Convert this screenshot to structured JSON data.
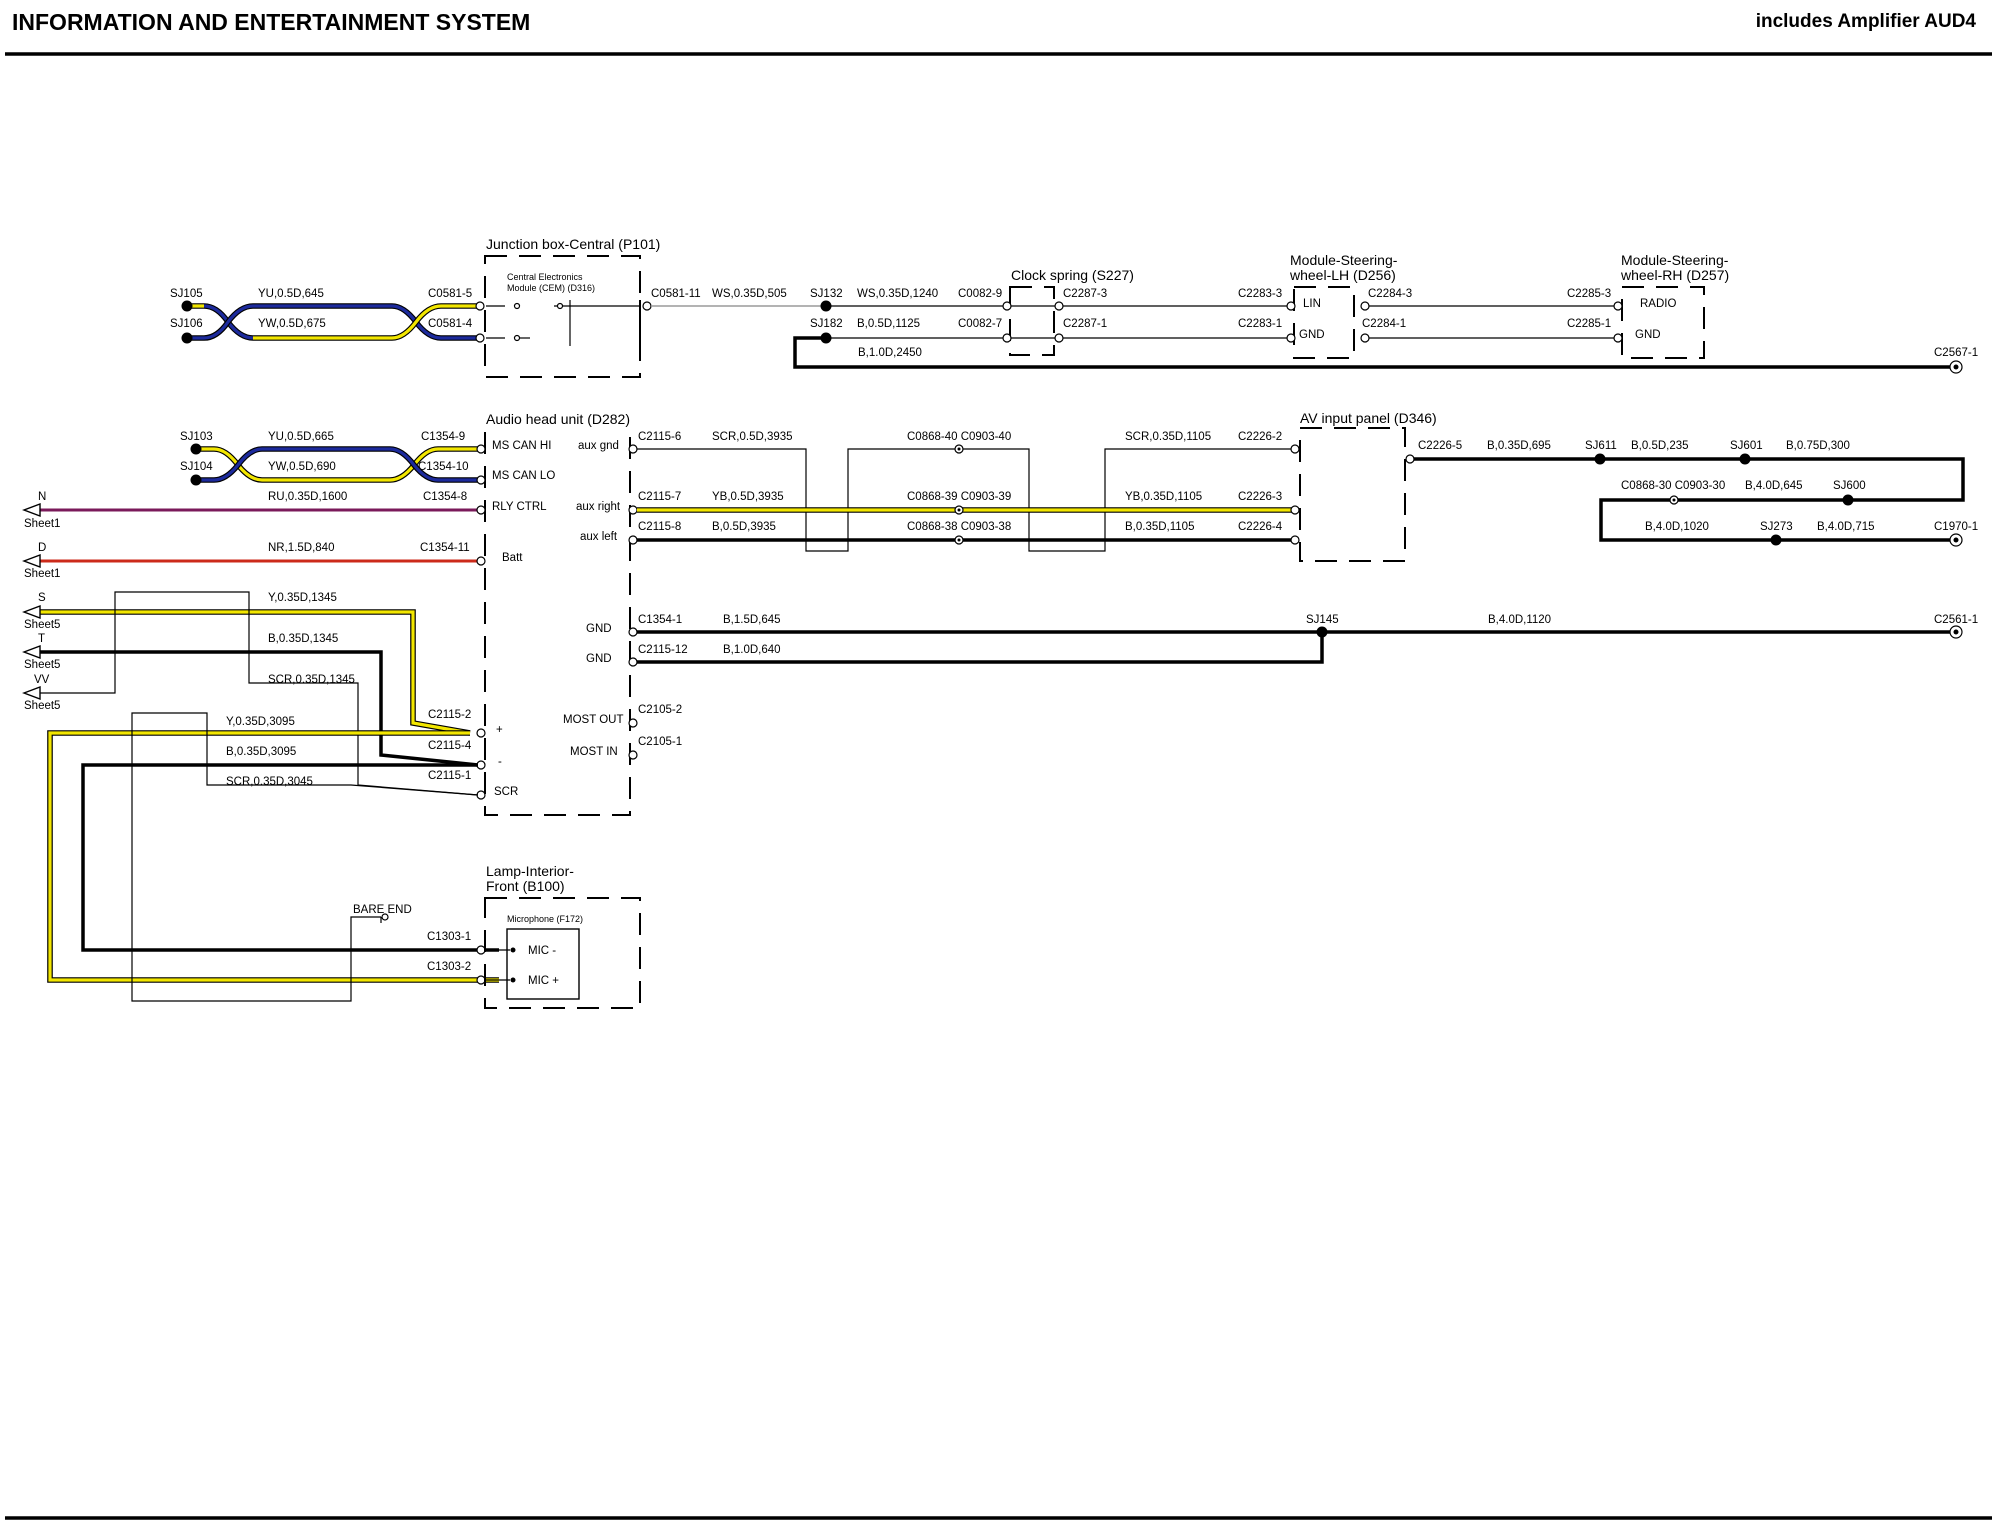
{
  "page": {
    "title": "INFORMATION AND ENTERTAINMENT SYSTEM",
    "subtitle": "includes Amplifier AUD4"
  },
  "components": {
    "junction_box": "Junction box-Central (P101)",
    "cem_line1": "Central Electronics",
    "cem_line2": "Module (CEM) (D316)",
    "clock_spring": "Clock spring (S227)",
    "swm_lh_line1": "Module-Steering-",
    "swm_lh_line2": "wheel-LH (D256)",
    "swm_rh_line1": "Module-Steering-",
    "swm_rh_line2": "wheel-RH (D257)",
    "audio_head": "Audio head unit (D282)",
    "av_panel": "AV input panel (D346)",
    "lamp_line1": "Lamp-Interior-",
    "lamp_line2": "Front (B100)",
    "microphone": "Microphone (F172)"
  },
  "pins": {
    "lin": "LIN",
    "gnd": "GND",
    "radio": "RADIO",
    "ms_can_hi": "MS CAN HI",
    "ms_can_lo": "MS CAN LO",
    "rly_ctrl": "RLY CTRL",
    "batt": "Batt",
    "plus": "+",
    "minus": "-",
    "scr": "SCR",
    "aux_gnd": "aux gnd",
    "aux_right": "aux right",
    "aux_left": "aux left",
    "gnd1": "GND",
    "gnd2": "GND",
    "most_out": "MOST OUT",
    "most_in": "MOST IN",
    "mic_minus": "MIC -",
    "mic_plus": "MIC +"
  },
  "connectors": {
    "c0581_5": "C0581-5",
    "c0581_4": "C0581-4",
    "c0581_11": "C0581-11",
    "c0082_9": "C0082-9",
    "c0082_7": "C0082-7",
    "c2287_3": "C2287-3",
    "c2287_1": "C2287-1",
    "c2283_3": "C2283-3",
    "c2283_1": "C2283-1",
    "c2284_3": "C2284-3",
    "c2284_1": "C2284-1",
    "c2285_3": "C2285-3",
    "c2285_1": "C2285-1",
    "c2567_1": "C2567-1",
    "c1354_9": "C1354-9",
    "c1354_10": "C1354-10",
    "c1354_8": "C1354-8",
    "c1354_11": "C1354-11",
    "c2115_6": "C2115-6",
    "c2115_7": "C2115-7",
    "c2115_8": "C2115-8",
    "c0868_40": "C0868-40 C0903-40",
    "c0868_39": "C0868-39 C0903-39",
    "c0868_38": "C0868-38 C0903-38",
    "c2226_2": "C2226-2",
    "c2226_3": "C2226-3",
    "c2226_4": "C2226-4",
    "c2226_5": "C2226-5",
    "c0868_30": "C0868-30 C0903-30",
    "c1970_1": "C1970-1",
    "c1354_1": "C1354-1",
    "c2115_12": "C2115-12",
    "c2561_1": "C2561-1",
    "c2105_2": "C2105-2",
    "c2105_1": "C2105-1",
    "c2115_2": "C2115-2",
    "c2115_4": "C2115-4",
    "c2115_1": "C2115-1",
    "c1303_1": "C1303-1",
    "c1303_2": "C1303-2",
    "bare_end": "BARE END"
  },
  "splices": {
    "sj105": "SJ105",
    "sj106": "SJ106",
    "sj132": "SJ132",
    "sj182": "SJ182",
    "sj103": "SJ103",
    "sj104": "SJ104",
    "sj611": "SJ611",
    "sj601": "SJ601",
    "sj600": "SJ600",
    "sj273": "SJ273",
    "sj145": "SJ145"
  },
  "wires": {
    "yu_645": "YU,0.5D,645",
    "yw_675": "YW,0.5D,675",
    "ws_505": "WS,0.35D,505",
    "ws_1240": "WS,0.35D,1240",
    "b_1125": "B,0.5D,1125",
    "b_2450": "B,1.0D,2450",
    "yu_665": "YU,0.5D,665",
    "yw_690": "YW,0.5D,690",
    "ru_1600": "RU,0.35D,1600",
    "nr_840": "NR,1.5D,840",
    "y_1345": "Y,0.35D,1345",
    "b_1345": "B,0.35D,1345",
    "scr_1345": "SCR,0.35D,1345",
    "y_3095": "Y,0.35D,3095",
    "b_3095": "B,0.35D,3095",
    "scr_3045": "SCR,0.35D,3045",
    "scr_3935": "SCR,0.5D,3935",
    "yb_3935": "YB,0.5D,3935",
    "b_3935": "B,0.5D,3935",
    "scr_1105": "SCR,0.35D,1105",
    "yb_1105": "YB,0.35D,1105",
    "b_1105": "B,0.35D,1105",
    "b_695": "B,0.35D,695",
    "b_235": "B,0.5D,235",
    "b_300": "B,0.75D,300",
    "b_645b": "B,4.0D,645",
    "b_1020": "B,4.0D,1020",
    "b_715": "B,4.0D,715",
    "b_645c": "B,1.5D,645",
    "b_1120": "B,4.0D,1120",
    "b_640": "B,1.0D,640"
  },
  "offsheet": {
    "n": "N",
    "d": "D",
    "s": "S",
    "t": "T",
    "vv": "VV",
    "sheet1a": "Sheet1",
    "sheet1b": "Sheet1",
    "sheet5a": "Sheet5",
    "sheet5b": "Sheet5",
    "sheet5c": "Sheet5"
  },
  "colors": {
    "yellow_wire": "#f2e600",
    "blue_wire": "#1c2a9c",
    "purple_wire": "#7a1a5a",
    "red_wire": "#cc2a1a",
    "grey_wire": "#9a9a9a",
    "black_wire": "#000000"
  }
}
